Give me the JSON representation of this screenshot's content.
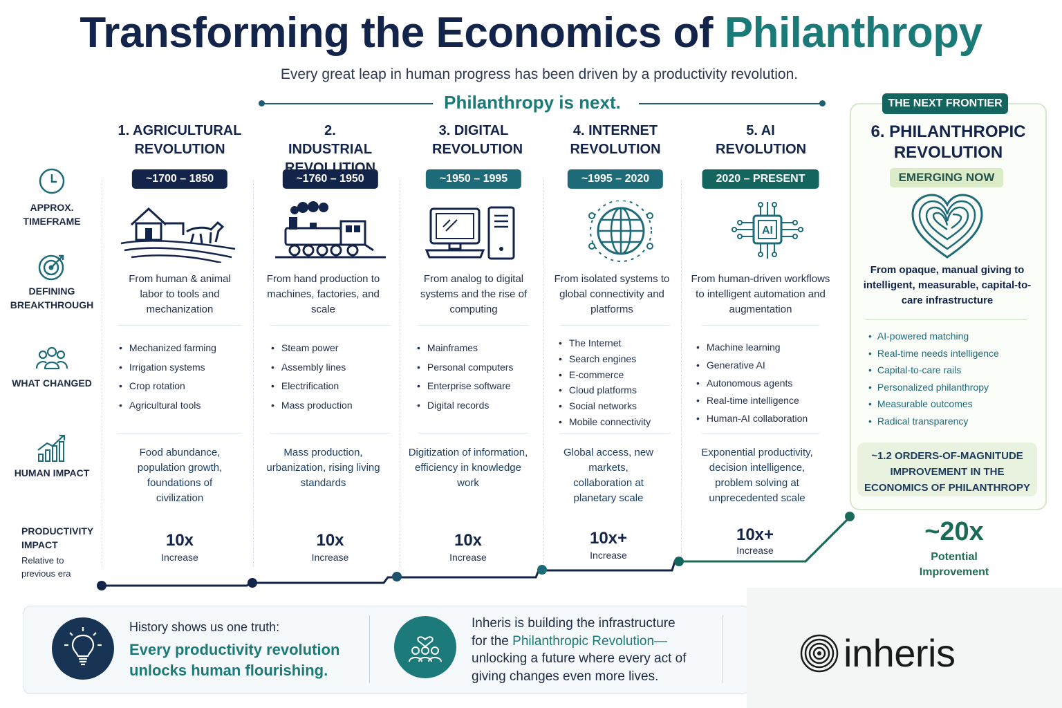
{
  "header": {
    "title_main": "Transforming the Economics of",
    "title_accent": "Philanthropy",
    "subtitle": "Every great leap in human progress has been driven by a productivity revolution.",
    "next": "Philanthropy is next."
  },
  "row_labels": {
    "timeframe": "APPROX. TIMEFRAME",
    "breakthrough": "DEFINING BREAKTHROUGH",
    "changed": "WHAT CHANGED",
    "impact": "HUMAN IMPACT",
    "productivity": "PRODUCTIVITY IMPACT",
    "productivity_sub": "Relative to previous era"
  },
  "row_icons": [
    "clock-icon",
    "target-icon",
    "people-icon",
    "growth-chart-icon"
  ],
  "columns": [
    {
      "title": "1. AGRICULTURAL REVOLUTION",
      "date": "~1700 – 1850",
      "illustration": "farm-icon",
      "breakthrough": "From human & animal labor to tools and mechanization",
      "changes": [
        "Mechanized farming",
        "Irrigation systems",
        "Crop rotation",
        "Agricultural tools"
      ],
      "impact": "Food abundance, population growth, foundations of civilization",
      "multiplier": "10x",
      "increase": "Increase"
    },
    {
      "title": "2. INDUSTRIAL REVOLUTION",
      "date": "~1760 – 1950",
      "illustration": "train-icon",
      "breakthrough": "From hand production to machines, factories, and scale",
      "changes": [
        "Steam power",
        "Assembly lines",
        "Electrification",
        "Mass production"
      ],
      "impact": "Mass production, urbanization, rising living standards",
      "multiplier": "10x",
      "increase": "Increase"
    },
    {
      "title": "3. DIGITAL REVOLUTION",
      "date": "~1950 – 1995",
      "illustration": "computer-icon",
      "breakthrough": "From analog to digital systems and the rise of computing",
      "changes": [
        "Mainframes",
        "Personal computers",
        "Enterprise software",
        "Digital records"
      ],
      "impact": "Digitization of information, efficiency in knowledge work",
      "multiplier": "10x",
      "increase": "Increase"
    },
    {
      "title": "4. INTERNET REVOLUTION",
      "date": "~1995 – 2020",
      "illustration": "globe-icon",
      "breakthrough": "From isolated systems to global connectivity and platforms",
      "changes": [
        "The Internet",
        "Search engines",
        "E-commerce",
        "Cloud platforms",
        "Social networks",
        "Mobile connectivity"
      ],
      "impact": "Global access, new markets, collaboration at planetary scale",
      "multiplier": "10x+",
      "increase": "Increase"
    },
    {
      "title": "5. AI REVOLUTION",
      "date": "2020 – PRESENT",
      "illustration": "ai-chip-icon",
      "chip_label": "AI",
      "breakthrough": "From human-driven workflows to intelligent automation and augmentation",
      "changes": [
        "Machine learning",
        "Generative AI",
        "Autonomous agents",
        "Real-time intelligence",
        "Human-AI collaboration"
      ],
      "impact": "Exponential productivity, decision intelligence, problem solving at unprecedented scale",
      "multiplier": "10x+",
      "increase": "Increase"
    }
  ],
  "frontier": {
    "tag": "THE NEXT FRONTIER",
    "title": "6. PHILANTHROPIC REVOLUTION",
    "badge": "EMERGING NOW",
    "illustration": "fingerprint-heart-icon",
    "description": "From opaque, manual giving to intelligent, measurable, capital-to-care infrastructure",
    "changes": [
      "AI-powered matching",
      "Real-time needs intelligence",
      "Capital-to-care rails",
      "Personalized philanthropy",
      "Measurable outcomes",
      "Radical transparency"
    ],
    "orders": "~1.2 ORDERS-OF-MAGNITUDE IMPROVEMENT IN THE ECONOMICS OF PHILANTHROPY",
    "multiplier": "~20x",
    "potential": "Potential Improvement"
  },
  "bottom": {
    "icon1": "lightbulb-icon",
    "truth_intro": "History shows us one truth:",
    "truth_main": "Every productivity revolution unlocks human flourishing.",
    "icon2": "community-heart-icon",
    "inheris_pre": "Inheris is building the infrastructure for the ",
    "inheris_accent": "Philanthropic Revolution—",
    "inheris_post": "unlocking a future where every act of giving changes even more lives.",
    "logo_icon": "inheris-logo-icon",
    "logo": "inheris"
  },
  "colors": {
    "navy": "#13244a",
    "teal": "#1a7a78",
    "green": "#1a6a5a",
    "date_badges": [
      "#13244a",
      "#13244a",
      "#1d6b79",
      "#1d6b79",
      "#15655f"
    ]
  }
}
